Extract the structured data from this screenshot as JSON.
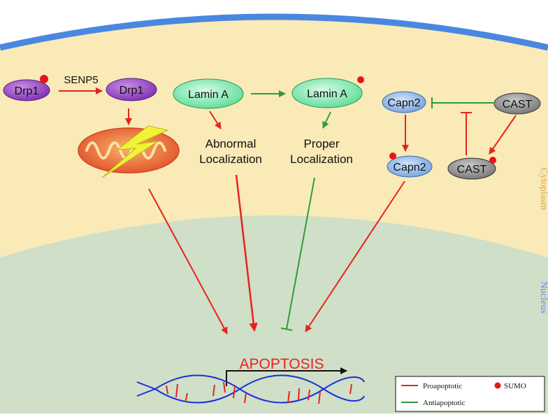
{
  "molecules": {
    "drp1_sumo": "Drp1",
    "senp5": "SENP5",
    "drp1": "Drp1",
    "lamin_a": "Lamin A",
    "lamin_a_sumo": "Lamin A",
    "capn2": "Capn2",
    "cast": "CAST",
    "capn2_sumo": "Capn2",
    "cast_sumo": "CAST"
  },
  "outcomes": {
    "abnormal_line1": "Abnormal",
    "abnormal_line2": "Localization",
    "proper_line1": "Proper",
    "proper_line2": "Localization",
    "apoptosis": "APOPTOSIS"
  },
  "compartments": {
    "cytoplasm": "Cytoplasm",
    "nucleus": "Nucleus"
  },
  "legend": {
    "proapoptotic": "Proapoptotic",
    "antiapoptotic": "Antiapoptotic",
    "sumo": "SUMO"
  },
  "colors": {
    "proapoptotic": "#e8231f",
    "antiapoptotic": "#2e9b3a",
    "sumo": "#e8141a",
    "cytoplasm": "#f9eab7",
    "nucleus": "#cfdfc8",
    "membrane": "#4a87e0",
    "dna": "#1a2fd6"
  }
}
